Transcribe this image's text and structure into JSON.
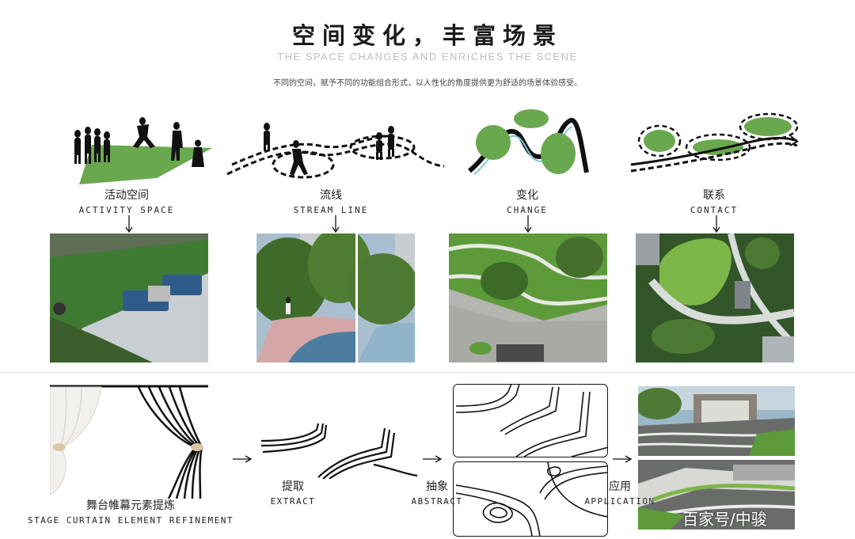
{
  "header": {
    "title": "空间变化，丰富场景",
    "subtitle": "THE SPACE CHANGES AND ENRICHES THE SCENE",
    "description": "不同的空间，赋予不同的功能组合形式，以人性化的角度提供更为舒适的场景体验感受。"
  },
  "categories": [
    {
      "zh": "活动空间",
      "en": "ACTIVITY SPACE"
    },
    {
      "zh": "流线",
      "en": "STREAM LINE"
    },
    {
      "zh": "变化",
      "en": "CHANGE"
    },
    {
      "zh": "联系",
      "en": "CONTACT"
    }
  ],
  "process": {
    "source": {
      "zh": "舞台帷幕元素提炼",
      "en": "STAGE CURTAIN ELEMENT REFINEMENT"
    },
    "extract": {
      "zh": "提取",
      "en": "EXTRACT"
    },
    "abstract": {
      "zh": "抽象",
      "en": "ABSTRACT"
    },
    "application": {
      "zh": "应用",
      "en": "APPLICATION"
    }
  },
  "watermark": "百家号/中骏",
  "colors": {
    "green": "#6aa84f",
    "dark": "#111111",
    "cyan": "#7ec8d8"
  }
}
